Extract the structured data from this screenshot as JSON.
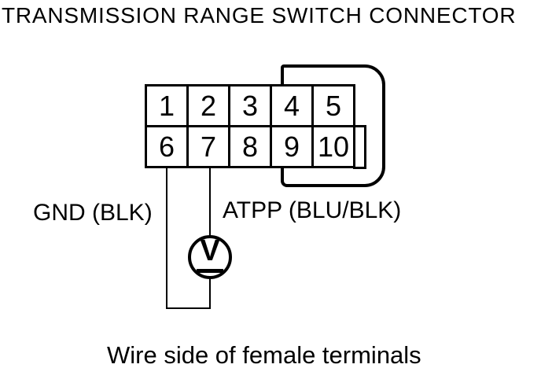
{
  "title": "TRANSMISSION RANGE SWITCH CONNECTOR",
  "caption": "Wire side of female terminals",
  "connector": {
    "description": "10-pin connector, two rows, wire side of female terminals",
    "row1": [
      "1",
      "2",
      "3",
      "4",
      "5"
    ],
    "row2": [
      "6",
      "7",
      "8",
      "9",
      "10"
    ]
  },
  "wires": {
    "pin6_label": "GND (BLK)",
    "pin7_label": "ATPP (BLU/BLK)"
  },
  "meter": {
    "symbol": "V",
    "type": "voltmeter"
  },
  "colors": {
    "line": "#000000",
    "background": "#ffffff"
  }
}
